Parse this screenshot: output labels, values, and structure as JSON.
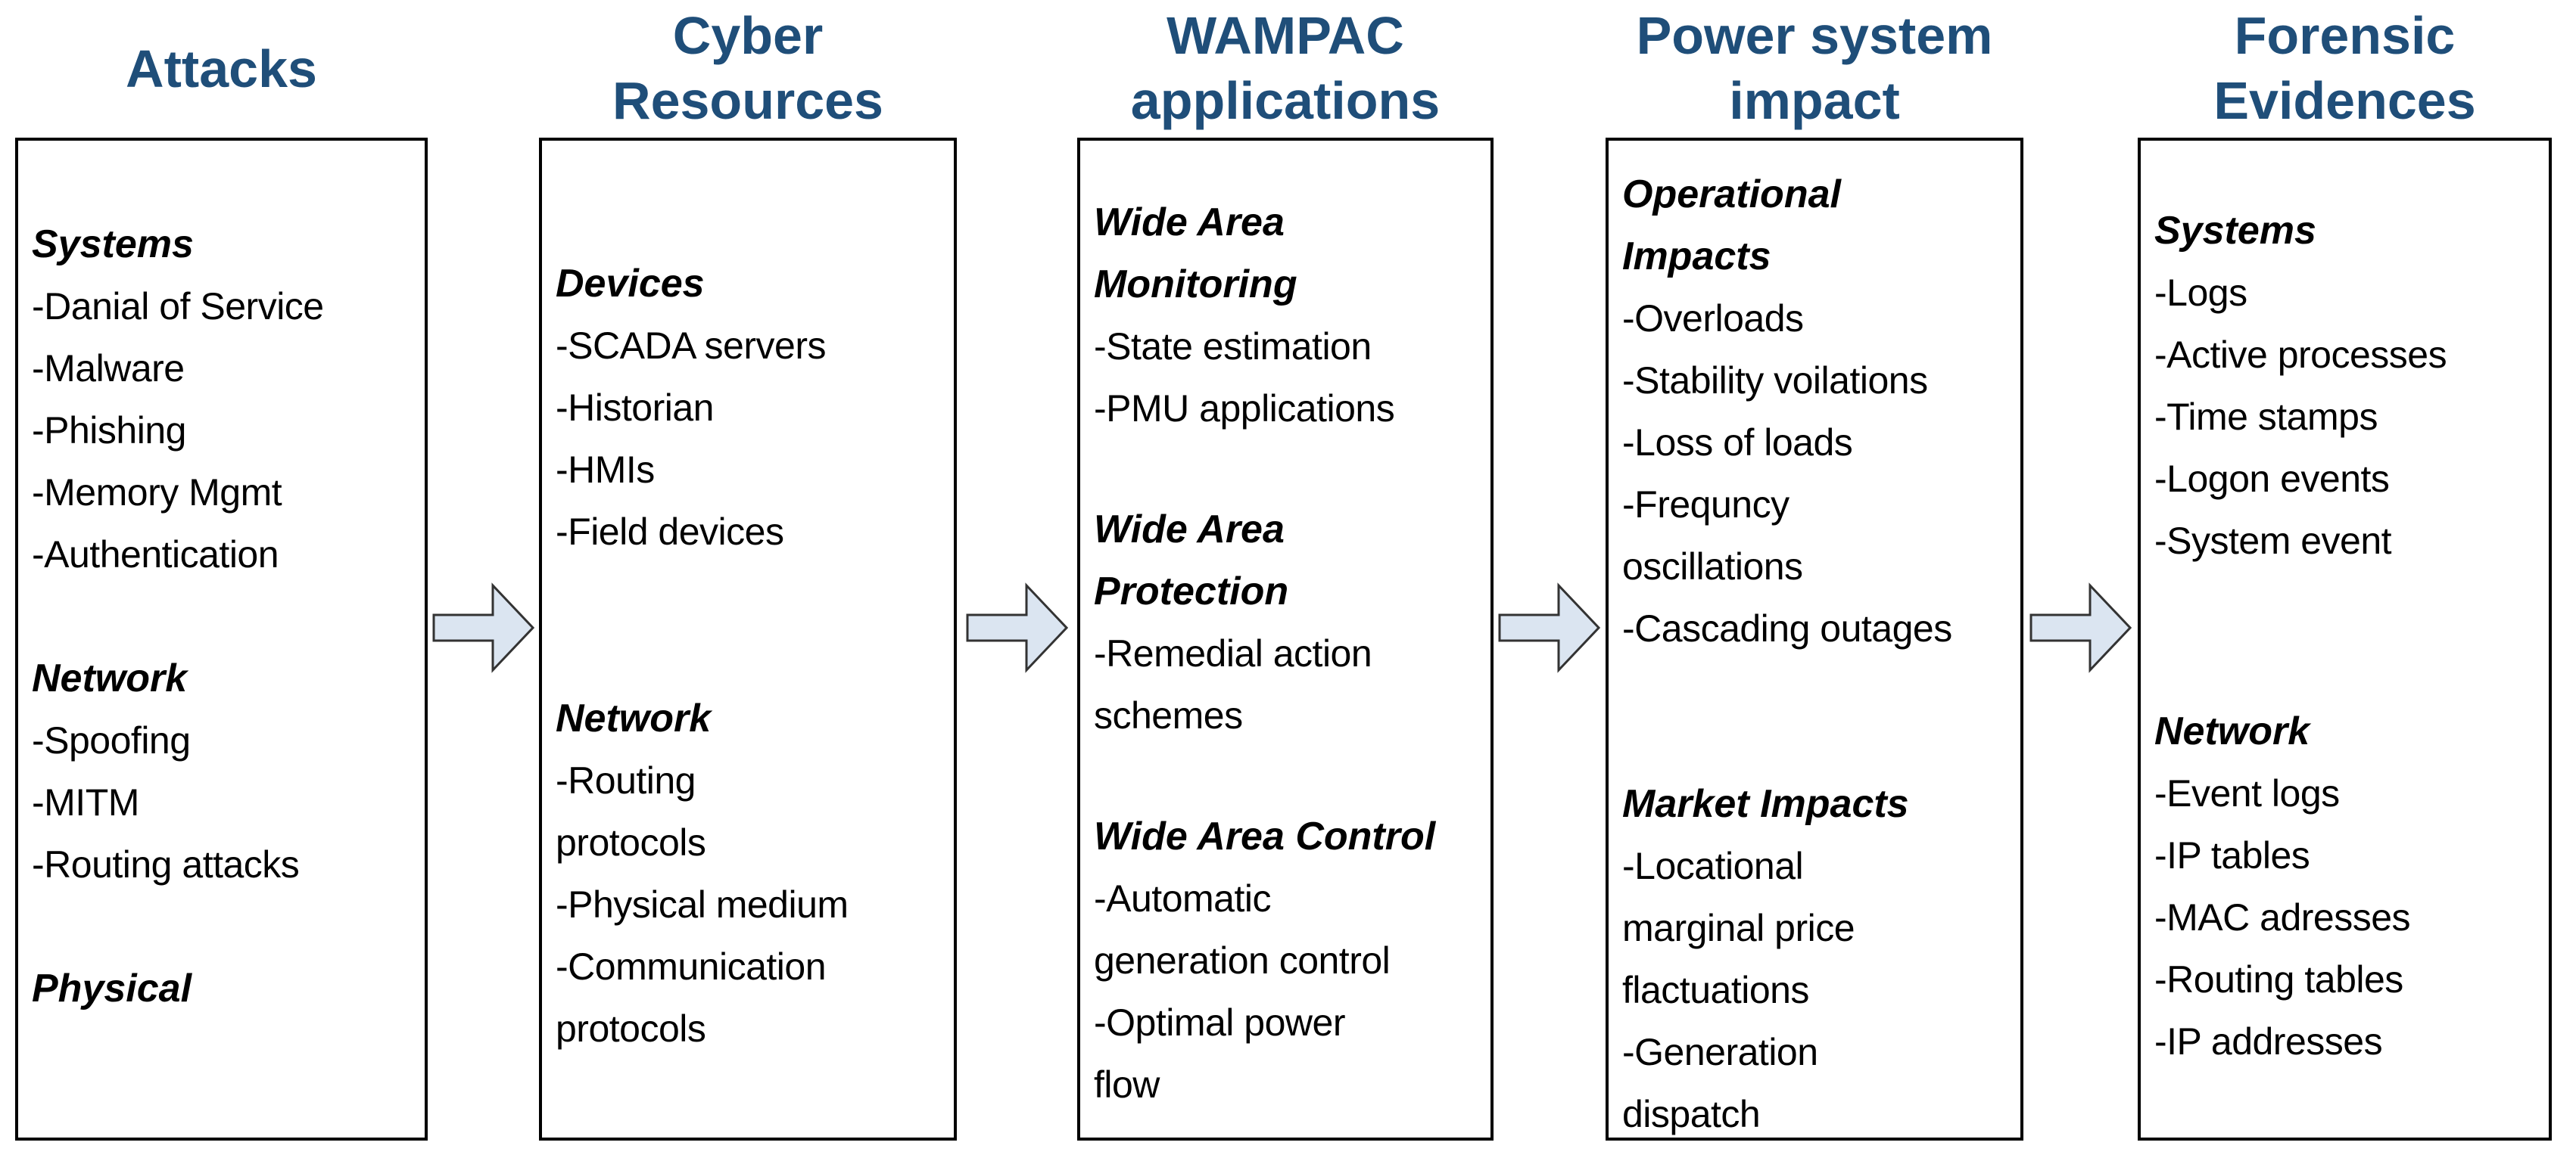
{
  "colors": {
    "header_blue": "#1F4E79",
    "arrow_fill": "#DBE5F1",
    "arrow_outline": "#333333",
    "box_border": "#000000",
    "body_text": "#000000"
  },
  "columns": [
    {
      "header_lines": [
        "Attacks"
      ],
      "sections": [
        {
          "title_lines": [
            "Systems"
          ],
          "items": [
            "-Danial of Service",
            "-Malware",
            "-Phishing",
            "-Memory Mgmt",
            "-Authentication"
          ]
        },
        {
          "title_lines": [
            "Network"
          ],
          "items": [
            "-Spoofing",
            "-MITM",
            "-Routing attacks"
          ]
        },
        {
          "title_lines": [
            "Physical"
          ],
          "items": []
        }
      ]
    },
    {
      "header_lines": [
        "Cyber",
        "Resources"
      ],
      "sections": [
        {
          "title_lines": [
            "Devices"
          ],
          "items": [
            "-SCADA servers",
            "-Historian",
            "-HMIs",
            "-Field devices"
          ]
        },
        {
          "title_lines": [
            "Network"
          ],
          "items": [
            "-Routing",
            "protocols",
            "-Physical medium",
            "-Communication",
            "protocols"
          ]
        }
      ]
    },
    {
      "header_lines": [
        "WAMPAC",
        "applications"
      ],
      "sections": [
        {
          "title_lines": [
            "Wide Area",
            "Monitoring"
          ],
          "items": [
            "-State estimation",
            "-PMU applications"
          ]
        },
        {
          "title_lines": [
            "Wide Area",
            "Protection"
          ],
          "items": [
            "-Remedial action",
            "schemes"
          ]
        },
        {
          "title_lines": [
            "Wide Area Control"
          ],
          "items": [
            "-Automatic",
            "generation control",
            "-Optimal power",
            "flow"
          ]
        }
      ]
    },
    {
      "header_lines": [
        "Power system",
        "impact"
      ],
      "sections": [
        {
          "title_lines": [
            "Operational",
            "Impacts"
          ],
          "items": [
            "-Overloads",
            "-Stability voilations",
            "-Loss of loads",
            "-Frequncy",
            "oscillations",
            "-Cascading outages"
          ]
        },
        {
          "title_lines": [
            "Market Impacts"
          ],
          "items": [
            "-Locational",
            "marginal price",
            "flactuations",
            "-Generation",
            "dispatch"
          ]
        }
      ]
    },
    {
      "header_lines": [
        "Forensic",
        "Evidences"
      ],
      "sections": [
        {
          "title_lines": [
            "Systems"
          ],
          "items": [
            "-Logs",
            "-Active processes",
            "-Time stamps",
            "-Logon events",
            "-System event"
          ]
        },
        {
          "title_lines": [
            "Network"
          ],
          "items": [
            "-Event logs",
            "-IP tables",
            "-MAC adresses",
            "-Routing tables",
            "-IP addresses"
          ]
        }
      ]
    }
  ]
}
